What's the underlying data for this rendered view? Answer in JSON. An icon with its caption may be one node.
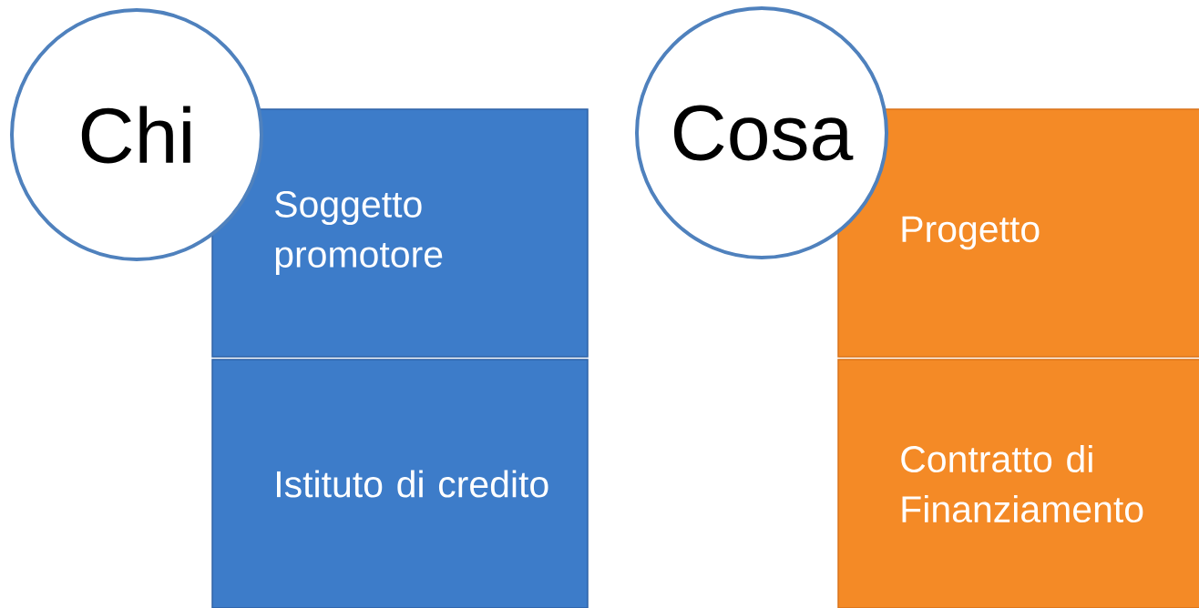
{
  "diagram": {
    "nodes": [
      {
        "text": [
          "Chi"
        ]
      },
      {
        "text": [
          "Soggetto promotore"
        ]
      },
      {
        "text": [
          "Istituto di credito"
        ]
      },
      {
        "text": [
          "Cosa"
        ]
      },
      {
        "text": [
          "Progetto"
        ]
      },
      {
        "text": [
          "Contratto di Finanziamento"
        ]
      }
    ]
  }
}
